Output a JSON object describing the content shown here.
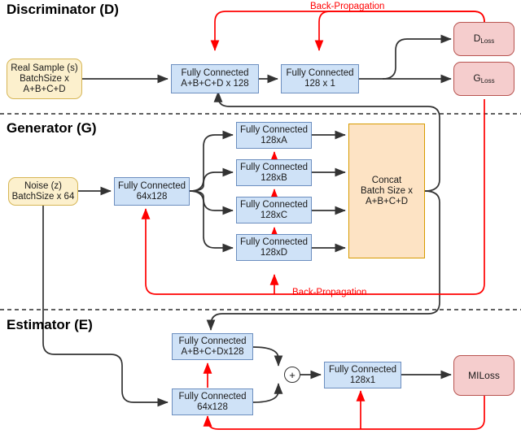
{
  "diagram": {
    "title_d": "Discriminator (D)",
    "title_g": "Generator (G)",
    "title_e": "Estimator (E)",
    "backprop_top": "Back-Propagation",
    "backprop_mid": "Back-Propagation",
    "plus_symbol": "+",
    "colors": {
      "fc_fill": "#cfe2f7",
      "fc_stroke": "#6c8ebf",
      "data_fill": "#fcf0cd",
      "data_stroke": "#d6b656",
      "concat_fill": "#fde3c4",
      "concat_stroke": "#d79b00",
      "loss_fill": "#f5cdcd",
      "loss_stroke": "#b85450",
      "forward_arrow": "#333333",
      "backprop_arrow": "#ff0000",
      "divider": "#000000"
    }
  },
  "nodes": {
    "real_sample": {
      "l1": "Real Sample (s)",
      "l2": "BatchSize x",
      "l3": "A+B+C+D"
    },
    "d_fc1": {
      "l1": "Fully Connected",
      "l2": "A+B+C+D x 128"
    },
    "d_fc2": {
      "l1": "Fully Connected",
      "l2": "128 x 1"
    },
    "d_loss": {
      "main": "D",
      "sub": "Loss"
    },
    "g_loss": {
      "main": "G",
      "sub": "Loss"
    },
    "noise": {
      "l1": "Noise (z)",
      "l2": "BatchSize x 64"
    },
    "g_fc0": {
      "l1": "Fully Connected",
      "l2": "64x128"
    },
    "g_fc_a": {
      "l1": "Fully Connected",
      "l2": "128xA"
    },
    "g_fc_b": {
      "l1": "Fully Connected",
      "l2": "128xB"
    },
    "g_fc_c": {
      "l1": "Fully Connected",
      "l2": "128xC"
    },
    "g_fc_d": {
      "l1": "Fully Connected",
      "l2": "128xD"
    },
    "concat": {
      "l1": "Concat",
      "l2": "Batch Size x",
      "l3": "A+B+C+D"
    },
    "e_fc_top": {
      "l1": "Fully Connected",
      "l2": "A+B+C+Dx128"
    },
    "e_fc_bottom": {
      "l1": "Fully Connected",
      "l2": "64x128"
    },
    "e_fc_out": {
      "l1": "Fully Connected",
      "l2": "128x1"
    },
    "mi_loss": {
      "main": "MILoss"
    }
  }
}
